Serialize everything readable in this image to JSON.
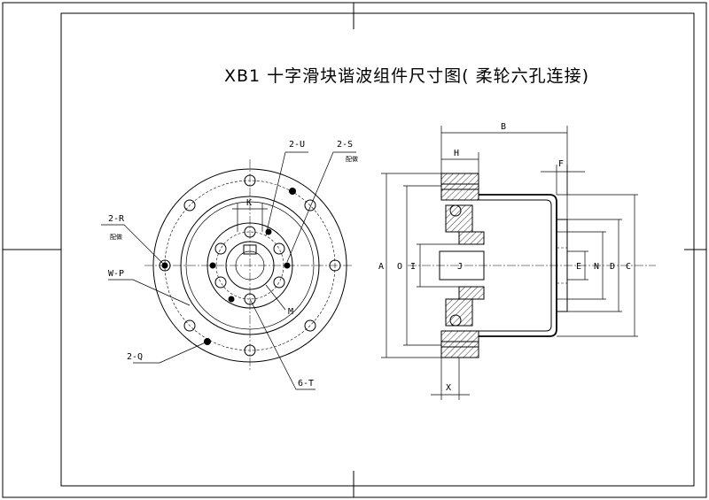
{
  "title": "XB1 十字滑块谐波组件尺寸图( 柔轮六孔连接)",
  "front_view": {
    "labels": {
      "two_u": "2-U",
      "two_s": "2-S",
      "two_s_note": "配做",
      "two_r": "2-R",
      "two_r_note": "配做",
      "w_p": "W-P",
      "two_q": "2-Q",
      "six_t": "6-T",
      "k": "K",
      "m": "M"
    }
  },
  "side_view": {
    "labels": {
      "b": "B",
      "h": "H",
      "f": "F",
      "a": "A",
      "o": "O",
      "i": "I",
      "j": "J",
      "e": "E",
      "n": "N",
      "d": "D",
      "c": "C",
      "x": "X"
    }
  },
  "colors": {
    "line": "#000000",
    "background": "#ffffff"
  }
}
